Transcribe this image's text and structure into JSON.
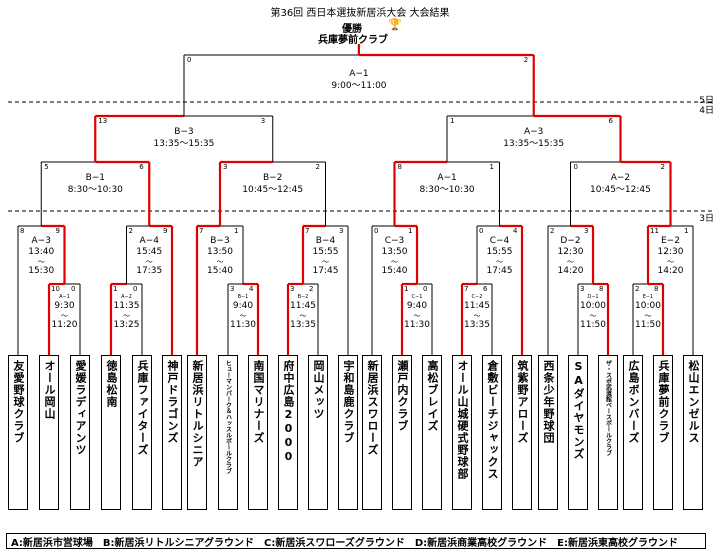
{
  "title": "第36回 西日本選抜新居浜大会 大会結果",
  "champion": {
    "label": "優勝",
    "team": "兵庫夢前クラブ"
  },
  "day_labels": {
    "day5": "5日",
    "day4": "4日",
    "day3": "3日"
  },
  "legend": "A:新居浜市営球場　B:新居浜リトルシニアグラウンド　C:新居浜スワローズグラウンド　D:新居浜商業高校グラウンド　E:新居浜東高校グラウンド",
  "teams": [
    {
      "name": "友愛野球クラブ"
    },
    {
      "name": "オール岡山"
    },
    {
      "name": "愛媛ラディアンツ"
    },
    {
      "name": "徳島松南"
    },
    {
      "name": "兵庫ファイターズ"
    },
    {
      "name": "神戸ドラゴンズ"
    },
    {
      "name": "新居浜リトルシニア"
    },
    {
      "name": "ヒューマンパーク＆ハッスルボールクラブ"
    },
    {
      "name": "南国マリナーズ"
    },
    {
      "name": "府中広島2000"
    },
    {
      "name": "岡山メッツ"
    },
    {
      "name": "宇和島鹿クラブ"
    },
    {
      "name": "新居浜スワローズ"
    },
    {
      "name": "瀬戸内クラブ"
    },
    {
      "name": "高松ブレイズ"
    },
    {
      "name": "オール山城硬式野球部"
    },
    {
      "name": "倉敷ビーチジャックス"
    },
    {
      "name": "筑紫野アローズ"
    },
    {
      "name": "西条少年野球団"
    },
    {
      "name": "SAダイヤモンズ"
    },
    {
      "name": "ザ・スポ武道館ベースボールクラブ"
    },
    {
      "name": "広島ボンバーズ"
    },
    {
      "name": "兵庫夢前クラブ"
    },
    {
      "name": "松山エンゼルス"
    }
  ],
  "matches": {
    "final": {
      "code": "A−1",
      "time": "9:00〜11:00",
      "left": "0",
      "right": "2"
    },
    "sf1": {
      "code": "B−3",
      "time": "13:35〜15:35",
      "left": "13",
      "right": "3"
    },
    "sf2": {
      "code": "A−3",
      "time": "13:35〜15:35",
      "left": "1",
      "right": "6"
    },
    "qf1": {
      "code": "B−1",
      "time": "8:30〜10:30",
      "left": "5",
      "right": "6"
    },
    "qf2": {
      "code": "B−2",
      "time": "10:45〜12:45",
      "left": "3",
      "right": "2"
    },
    "qf3": {
      "code": "A−1",
      "time": "8:30〜10:30",
      "left": "8",
      "right": "1"
    },
    "qf4": {
      "code": "A−2",
      "time": "10:45〜12:45",
      "left": "0",
      "right": "2"
    },
    "r2_1": {
      "code": "A−3",
      "t1": "13:40",
      "t2": "15:30",
      "left": "8",
      "right": "9"
    },
    "r2_2": {
      "code": "A−4",
      "t1": "15:45",
      "t2": "17:35",
      "left": "2",
      "right": "9"
    },
    "r2_3": {
      "code": "B−3",
      "t1": "13:50",
      "t2": "15:40",
      "left": "7",
      "right": "1"
    },
    "r2_4": {
      "code": "B−4",
      "t1": "15:55",
      "t2": "17:45",
      "left": "7",
      "right": "3"
    },
    "r2_5": {
      "code": "C−3",
      "t1": "13:50",
      "t2": "15:40",
      "left": "0",
      "right": "1"
    },
    "r2_6": {
      "code": "C−4",
      "t1": "15:55",
      "t2": "17:45",
      "left": "0",
      "right": "4"
    },
    "r2_7": {
      "code": "D−2",
      "t1": "12:30",
      "t2": "14:20",
      "left": "2",
      "right": "3"
    },
    "r2_8": {
      "code": "E−2",
      "t1": "12:30",
      "t2": "14:20",
      "left": "11",
      "right": "1"
    },
    "r1_1": {
      "code": "A−1",
      "t1": "9:30",
      "t2": "11:20",
      "left": "10",
      "right": "0"
    },
    "r1_2": {
      "code": "A−2",
      "t1": "11:35",
      "t2": "13:25",
      "left": "1",
      "right": "0"
    },
    "r1_3": {
      "code": "B−1",
      "t1": "9:40",
      "t2": "11:30",
      "left": "3",
      "right": "4"
    },
    "r1_4": {
      "code": "B−2",
      "t1": "11:45",
      "t2": "13:35",
      "left": "3",
      "right": "2"
    },
    "r1_5": {
      "code": "C−1",
      "t1": "9:40",
      "t2": "11:30",
      "left": "1",
      "right": "0"
    },
    "r1_6": {
      "code": "C−2",
      "t1": "11:45",
      "t2": "13:35",
      "left": "7",
      "right": "6"
    },
    "r1_7": {
      "code": "D−1",
      "t1": "10:00",
      "t2": "11:50",
      "left": "3",
      "right": "8"
    },
    "r1_8": {
      "code": "E−1",
      "t1": "10:00",
      "t2": "11:50",
      "left": "2",
      "right": "8"
    }
  },
  "colors": {
    "winner_line": "#e00000",
    "line": "#000000"
  }
}
